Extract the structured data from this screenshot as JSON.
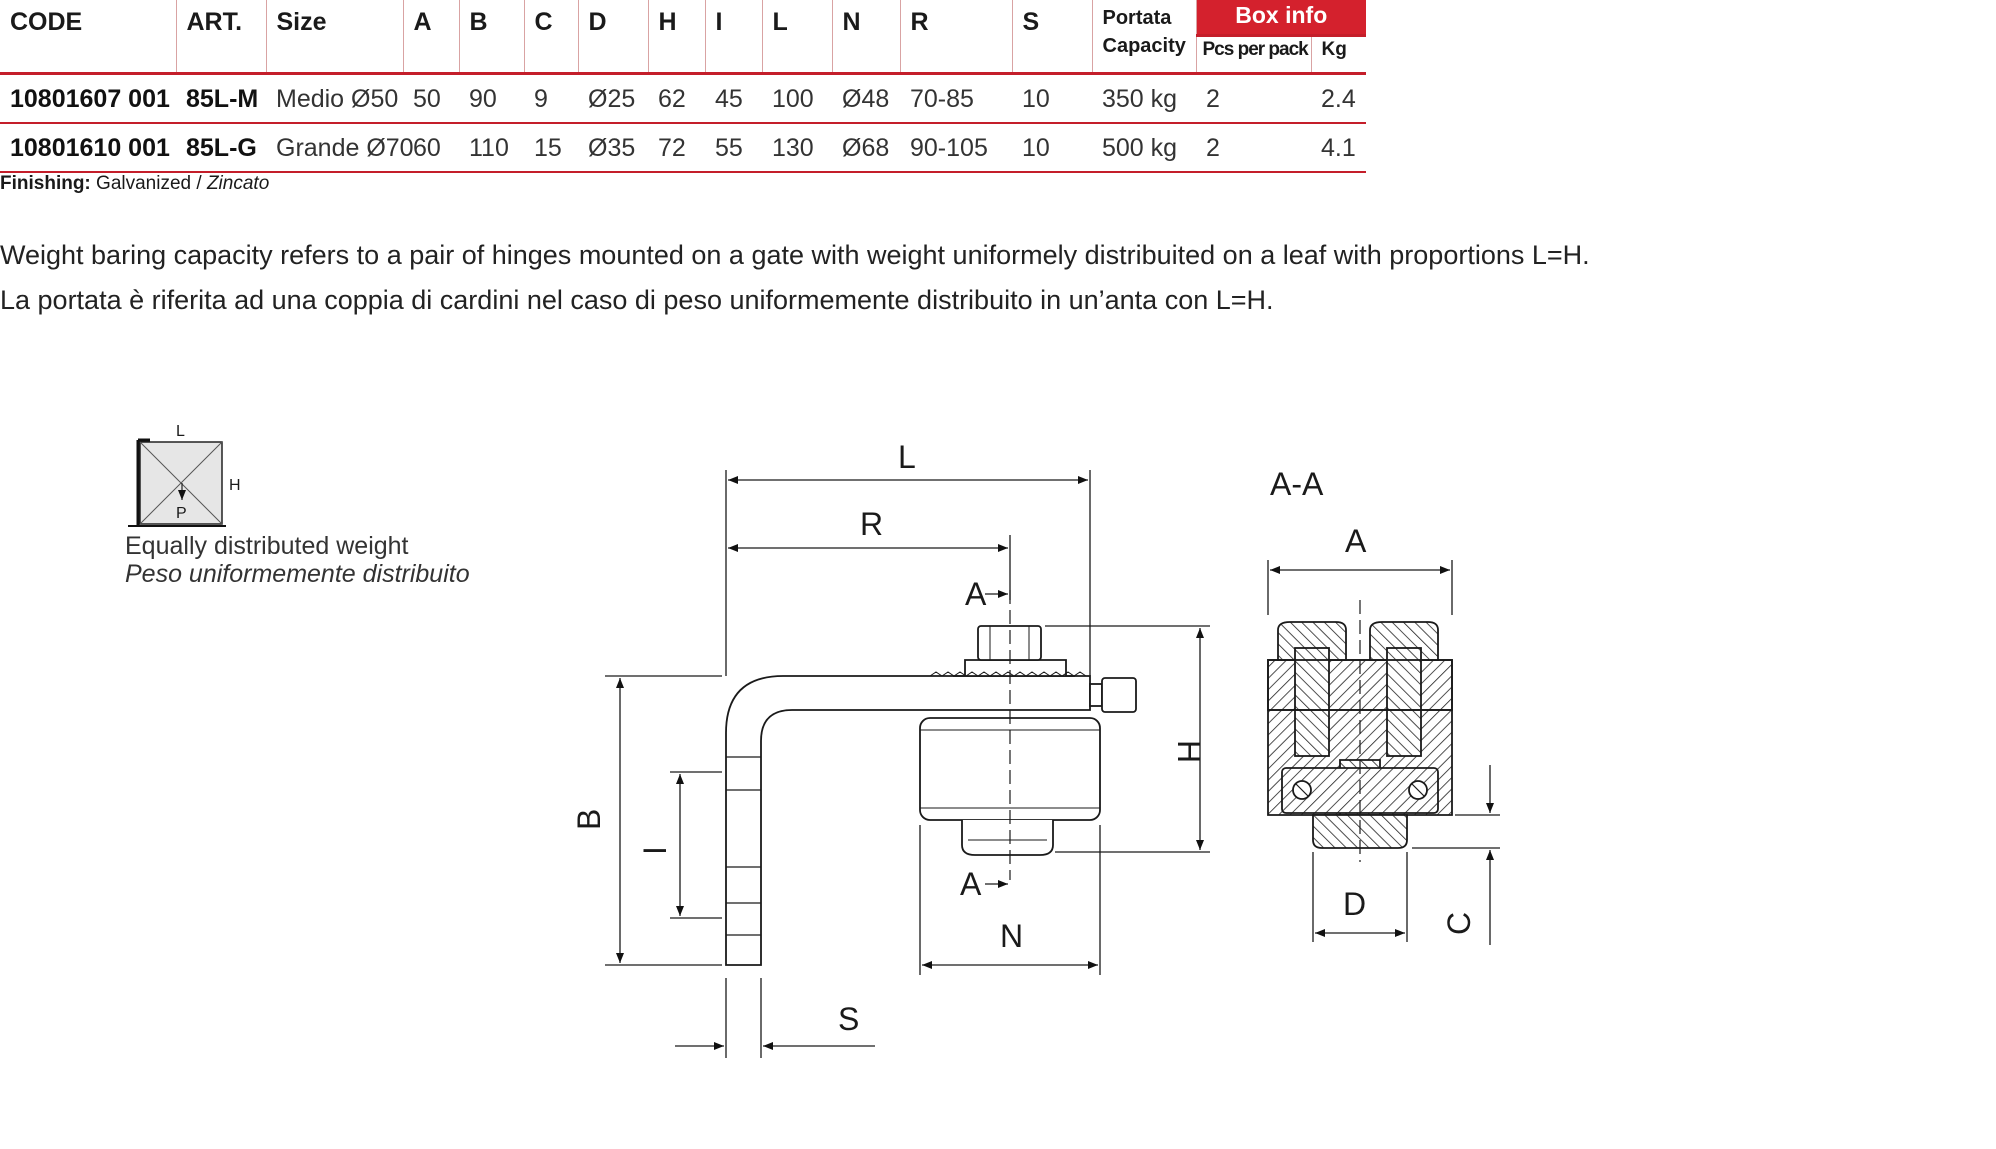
{
  "table": {
    "headers": {
      "code": "CODE",
      "art": "ART.",
      "size": "Size",
      "a": "A",
      "b": "B",
      "c": "C",
      "d": "D",
      "h": "H",
      "i": "I",
      "l": "L",
      "n": "N",
      "r": "R",
      "s": "S",
      "capacity_1": "Portata",
      "capacity_2": "Capacity",
      "box_info": "Box info",
      "pcs_per_pack": "Pcs per pack",
      "kg": "Kg"
    },
    "rows": [
      {
        "code": "10801607 001",
        "art": "85L-M",
        "size": "Medio Ø50",
        "a": "50",
        "b": "90",
        "c": "9",
        "d": "Ø25",
        "h": "62",
        "i": "45",
        "l": "100",
        "n": "Ø48",
        "r": "70-85",
        "s": "10",
        "capacity": "350 kg",
        "pcs": "2",
        "kg": "2.4"
      },
      {
        "code": "10801610 001",
        "art": "85L-G",
        "size": "Grande Ø70",
        "a": "60",
        "b": "110",
        "c": "15",
        "d": "Ø35",
        "h": "72",
        "i": "55",
        "l": "130",
        "n": "Ø68",
        "r": "90-105",
        "s": "10",
        "capacity": "500 kg",
        "pcs": "2",
        "kg": "4.1"
      }
    ]
  },
  "finishing": {
    "label": "Finishing:",
    "value_en": "Galvanized",
    "separator": " / ",
    "value_it": "Zincato"
  },
  "notes": {
    "en": "Weight baring capacity refers to a pair of hinges mounted on a gate with weight uniformely distribuited on a leaf with proportions L=H.",
    "it": "La portata è riferita ad una coppia di cardini nel caso di peso uniformemente distribuito in un’anta con L=H."
  },
  "legend": {
    "en": "Equally distributed weight",
    "it": "Peso uniformemente distribuito",
    "label_l": "L",
    "label_h": "H",
    "label_p": "P"
  },
  "drawing": {
    "section_title": "A-A",
    "dim_l": "L",
    "dim_r": "R",
    "dim_a_top": "A",
    "dim_a_bottom": "A",
    "dim_h": "H",
    "dim_b": "B",
    "dim_i": "I",
    "dim_n": "N",
    "dim_s": "S",
    "dim_a_section": "A",
    "dim_d": "D",
    "dim_c": "C"
  }
}
